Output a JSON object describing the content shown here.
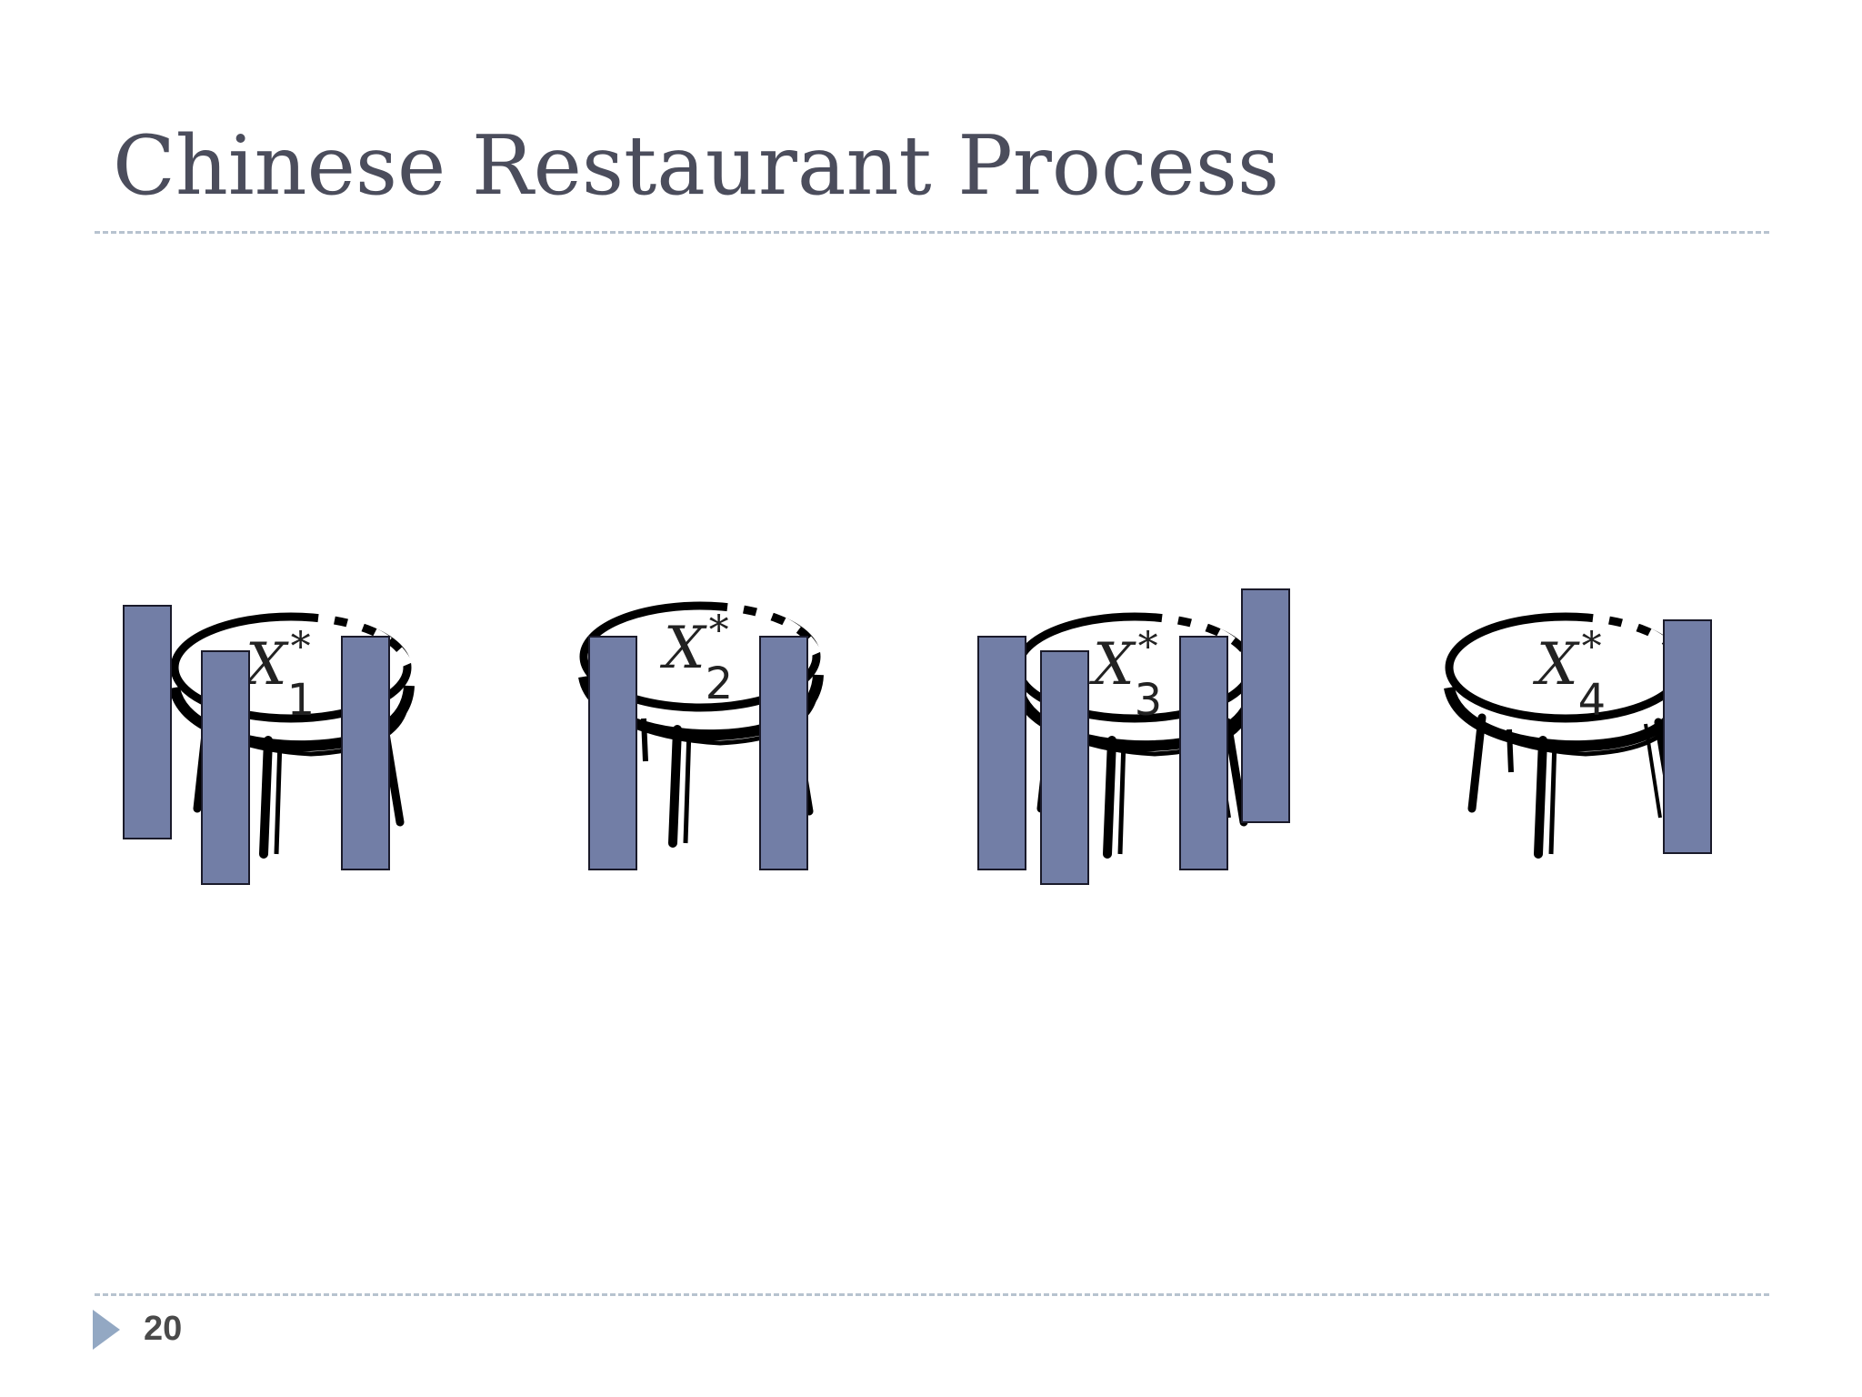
{
  "slide": {
    "title": "Chinese Restaurant Process",
    "page_number": "20"
  },
  "tables": [
    {
      "label_base": "X",
      "label_sup": "*",
      "label_sub": "1"
    },
    {
      "label_base": "X",
      "label_sup": "*",
      "label_sub": "2"
    },
    {
      "label_base": "X",
      "label_sup": "*",
      "label_sub": "3"
    },
    {
      "label_base": "X",
      "label_sup": "*",
      "label_sub": "4"
    }
  ],
  "colors": {
    "customer_block": "#727ea6",
    "title_text": "#4b4d5c",
    "dashed_rule": "#b7c3cf",
    "footer_arrow": "#93a8c3"
  },
  "icons": {
    "footer": "triangle-right-icon"
  }
}
